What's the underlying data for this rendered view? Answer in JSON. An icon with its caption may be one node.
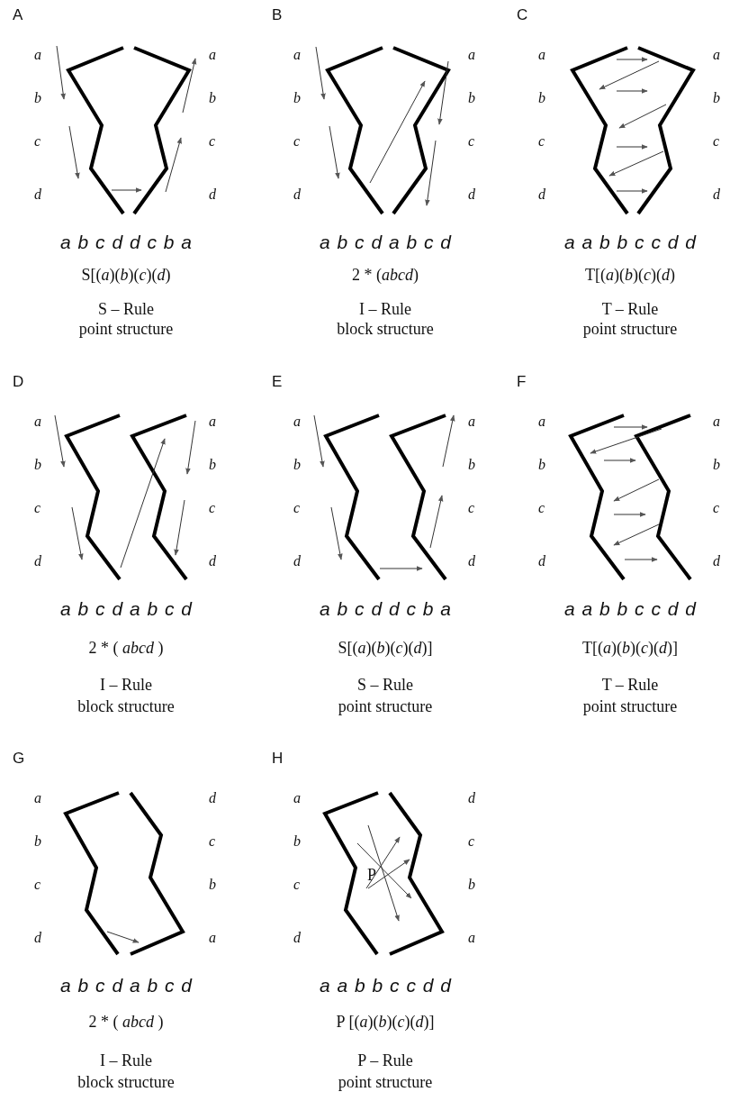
{
  "diagram": {
    "labels": [
      "A",
      "a",
      "a",
      "b",
      "b",
      "c",
      "c",
      "d",
      "d",
      "a b c d d c b a",
      "S[(*a*)(*b*)(*c*)(*d*)",
      "S – Rule",
      "point structure",
      "B",
      "a",
      "a",
      "b",
      "b",
      "c",
      "c",
      "d",
      "d",
      "a b c d a b c d",
      "2 * (*abcd*)",
      "I – Rule",
      "block structure",
      "C",
      "a",
      "a",
      "b",
      "b",
      "c",
      "c",
      "d",
      "d",
      "a a b b c c d d",
      "T[(*a*)(*b*)(*c*)(*d*)",
      "T – Rule",
      "point structure",
      "D",
      "a",
      "a",
      "b",
      "b",
      "c",
      "c",
      "d",
      "d",
      "a b c d a b c d",
      "2 * ( *abcd* )",
      "I – Rule",
      "block structure",
      "E",
      "a",
      "a",
      "b",
      "b",
      "c",
      "c",
      "d",
      "d",
      "a b c d d c b a",
      "S[(*a*)(*b*)(*c*)(*d*)]",
      "S – Rule",
      "point structure",
      "F",
      "a",
      "a",
      "b",
      "b",
      "c",
      "c",
      "d",
      "d",
      "a a b b c c d d",
      "T[(*a*)(*b*)(*c*)(*d*)]",
      "T – Rule",
      "point structure",
      "G",
      "a",
      "d",
      "b",
      "c",
      "c",
      "b",
      "d",
      "a",
      "a b c d a b c d",
      "2 * ( *abcd* )",
      "I – Rule",
      "block structure",
      "H",
      "a",
      "d",
      "b",
      "c",
      "c",
      "b",
      "d",
      "a",
      "P",
      "a a b b c c d d",
      "P [(*a*)(*b*)(*c*)(*d*)]",
      "P – Rule",
      "point structure"
    ]
  }
}
